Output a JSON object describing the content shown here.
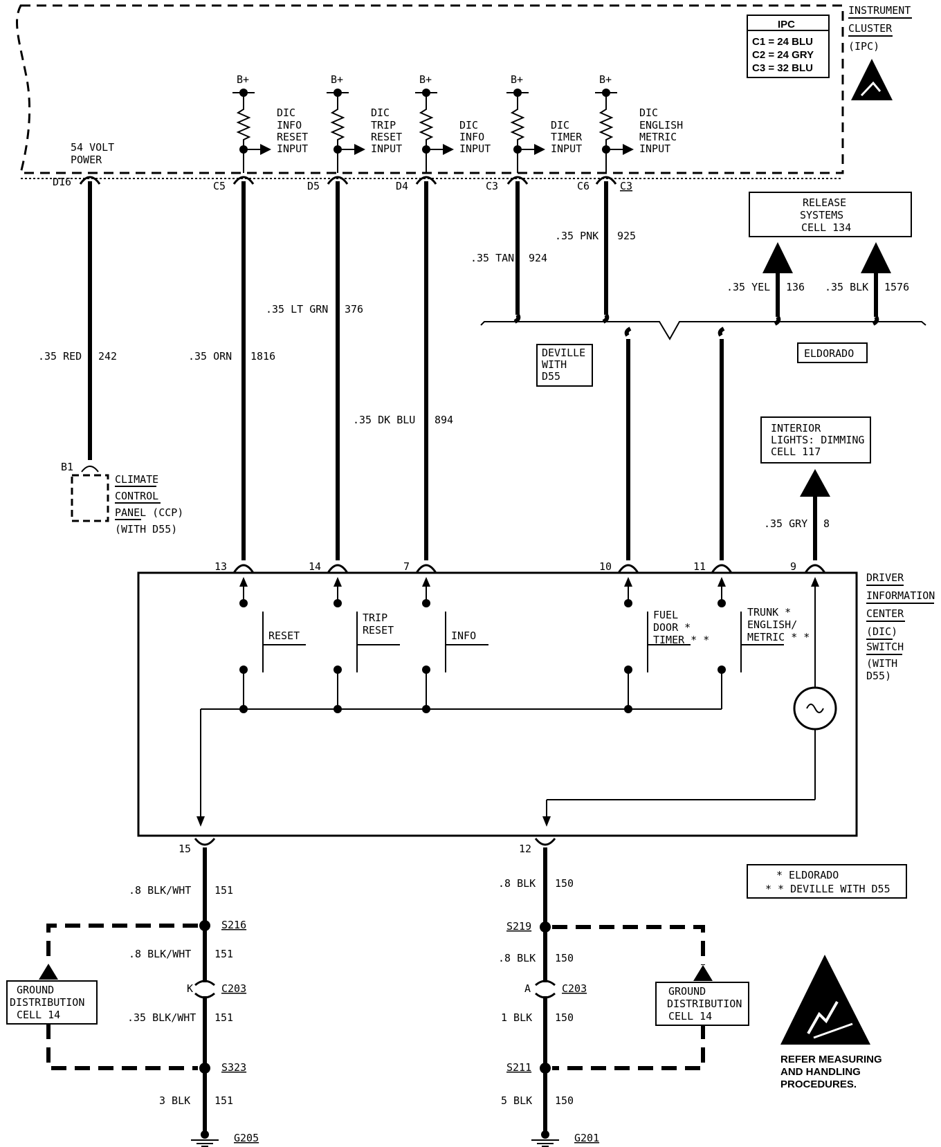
{
  "ipc": {
    "label_lines": [
      "INSTRUMENT",
      "CLUSTER",
      "(IPC)"
    ],
    "table_title": "IPC",
    "table_rows": [
      "C1 = 24 BLU",
      "C2 = 24 GRY",
      "C3 = 32 BLU"
    ]
  },
  "bplus": "B+",
  "inputs": [
    {
      "lines": [
        "DIC",
        "INFO",
        "RESET",
        "INPUT"
      ]
    },
    {
      "lines": [
        "DIC",
        "TRIP",
        "RESET",
        "INPUT"
      ]
    },
    {
      "lines": [
        "DIC",
        "INFO",
        "INPUT"
      ]
    },
    {
      "lines": [
        "DIC",
        "TIMER",
        "INPUT"
      ]
    },
    {
      "lines": [
        "DIC",
        "ENGLISH",
        "METRIC",
        "INPUT"
      ]
    }
  ],
  "power": {
    "lines": [
      "54 VOLT",
      "POWER"
    ]
  },
  "pins_top": [
    "D16",
    "C5",
    "D5",
    "D4",
    "C3",
    "C6",
    "C3"
  ],
  "wires": [
    {
      "color": ".35 RED",
      "circuit": "242"
    },
    {
      "color": ".35 ORN",
      "circuit": "1816"
    },
    {
      "color": ".35 LT GRN",
      "circuit": "376"
    },
    {
      "color": ".35 DK BLU",
      "circuit": "894"
    },
    {
      "color": ".35 TAN",
      "circuit": "924"
    },
    {
      "color": ".35 PNK",
      "circuit": "925"
    },
    {
      "color": ".35 YEL",
      "circuit": "136"
    },
    {
      "color": ".35 BLK",
      "circuit": "1576"
    },
    {
      "color": ".35 GRY",
      "circuit": "8"
    }
  ],
  "release_box": [
    "RELEASE",
    "SYSTEMS",
    "CELL 134"
  ],
  "deville_box": [
    "DEVILLE",
    "WITH",
    "D55"
  ],
  "eldorado_box": "ELDORADO",
  "dimming_box": [
    "INTERIOR",
    "LIGHTS: DIMMING",
    "CELL 117"
  ],
  "ccp": {
    "pin": "B1",
    "lines": [
      "CLIMATE",
      "CONTROL",
      "PANEL (CCP)",
      "(WITH D55)"
    ]
  },
  "dic": {
    "label_lines": [
      "DRIVER",
      "INFORMATION",
      "CENTER",
      "(DIC)",
      "SWITCH",
      "(WITH",
      "D55)"
    ],
    "pins_top": [
      "13",
      "14",
      "7",
      "10",
      "11",
      "9"
    ],
    "pins_bottom": [
      "15",
      "12"
    ],
    "switches": [
      {
        "lines": [
          "RESET"
        ]
      },
      {
        "lines": [
          "TRIP",
          "RESET"
        ]
      },
      {
        "lines": [
          "INFO"
        ]
      },
      {
        "lines": [
          "FUEL",
          "DOOR *",
          "TIMER * *"
        ]
      },
      {
        "lines": [
          "TRUNK *",
          "ENGLISH/",
          "METRIC * *"
        ]
      }
    ]
  },
  "legend": [
    "* ELDORADO",
    "* * DEVILLE WITH D55"
  ],
  "ground_left": {
    "segments": [
      {
        "color": ".8 BLK/WHT",
        "circuit": "151"
      },
      {
        "color": ".8 BLK/WHT",
        "circuit": "151"
      },
      {
        "color": ".35 BLK/WHT",
        "circuit": "151"
      },
      {
        "color": "3 BLK",
        "circuit": "151"
      }
    ],
    "splice1": "S216",
    "connector_pin": "K",
    "connector": "C203",
    "splice2": "S323",
    "ground": "G205"
  },
  "ground_right": {
    "segments": [
      {
        "color": ".8 BLK",
        "circuit": "150"
      },
      {
        "color": ".8 BLK",
        "circuit": "150"
      },
      {
        "color": "1 BLK",
        "circuit": "150"
      },
      {
        "color": "5 BLK",
        "circuit": "150"
      }
    ],
    "splice1": "S219",
    "connector_pin": "A",
    "connector": "C203",
    "splice2": "S211",
    "ground": "G201"
  },
  "ground_dist": [
    "GROUND",
    "DISTRIBUTION",
    "CELL 14"
  ],
  "esd_text": [
    "REFER MEASURING",
    "AND HANDLING",
    "PROCEDURES."
  ]
}
